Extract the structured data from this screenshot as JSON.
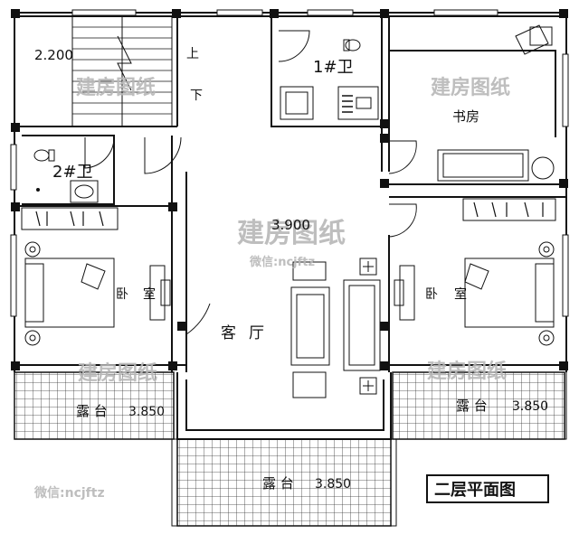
{
  "plan": {
    "title": "二层平面图",
    "watermark_brand": "建房图纸",
    "watermark_wechat": "微信:ncjftz",
    "rooms": {
      "stair_up": "上",
      "stair_down": "下",
      "bath1": "1#卫",
      "bath2": "2#卫",
      "study": "书房",
      "living": "客厅",
      "bedroom_left_a": "卧",
      "bedroom_left_b": "室",
      "bedroom_right_a": "卧",
      "bedroom_right_b": "室",
      "terrace_left": "露 台",
      "terrace_right": "露 台",
      "terrace_bottom": "露 台"
    },
    "elevations": {
      "stair": "2.200",
      "living": "3.900",
      "terrace_left": "3.850",
      "terrace_right": "3.850",
      "terrace_bottom": "3.850"
    }
  }
}
